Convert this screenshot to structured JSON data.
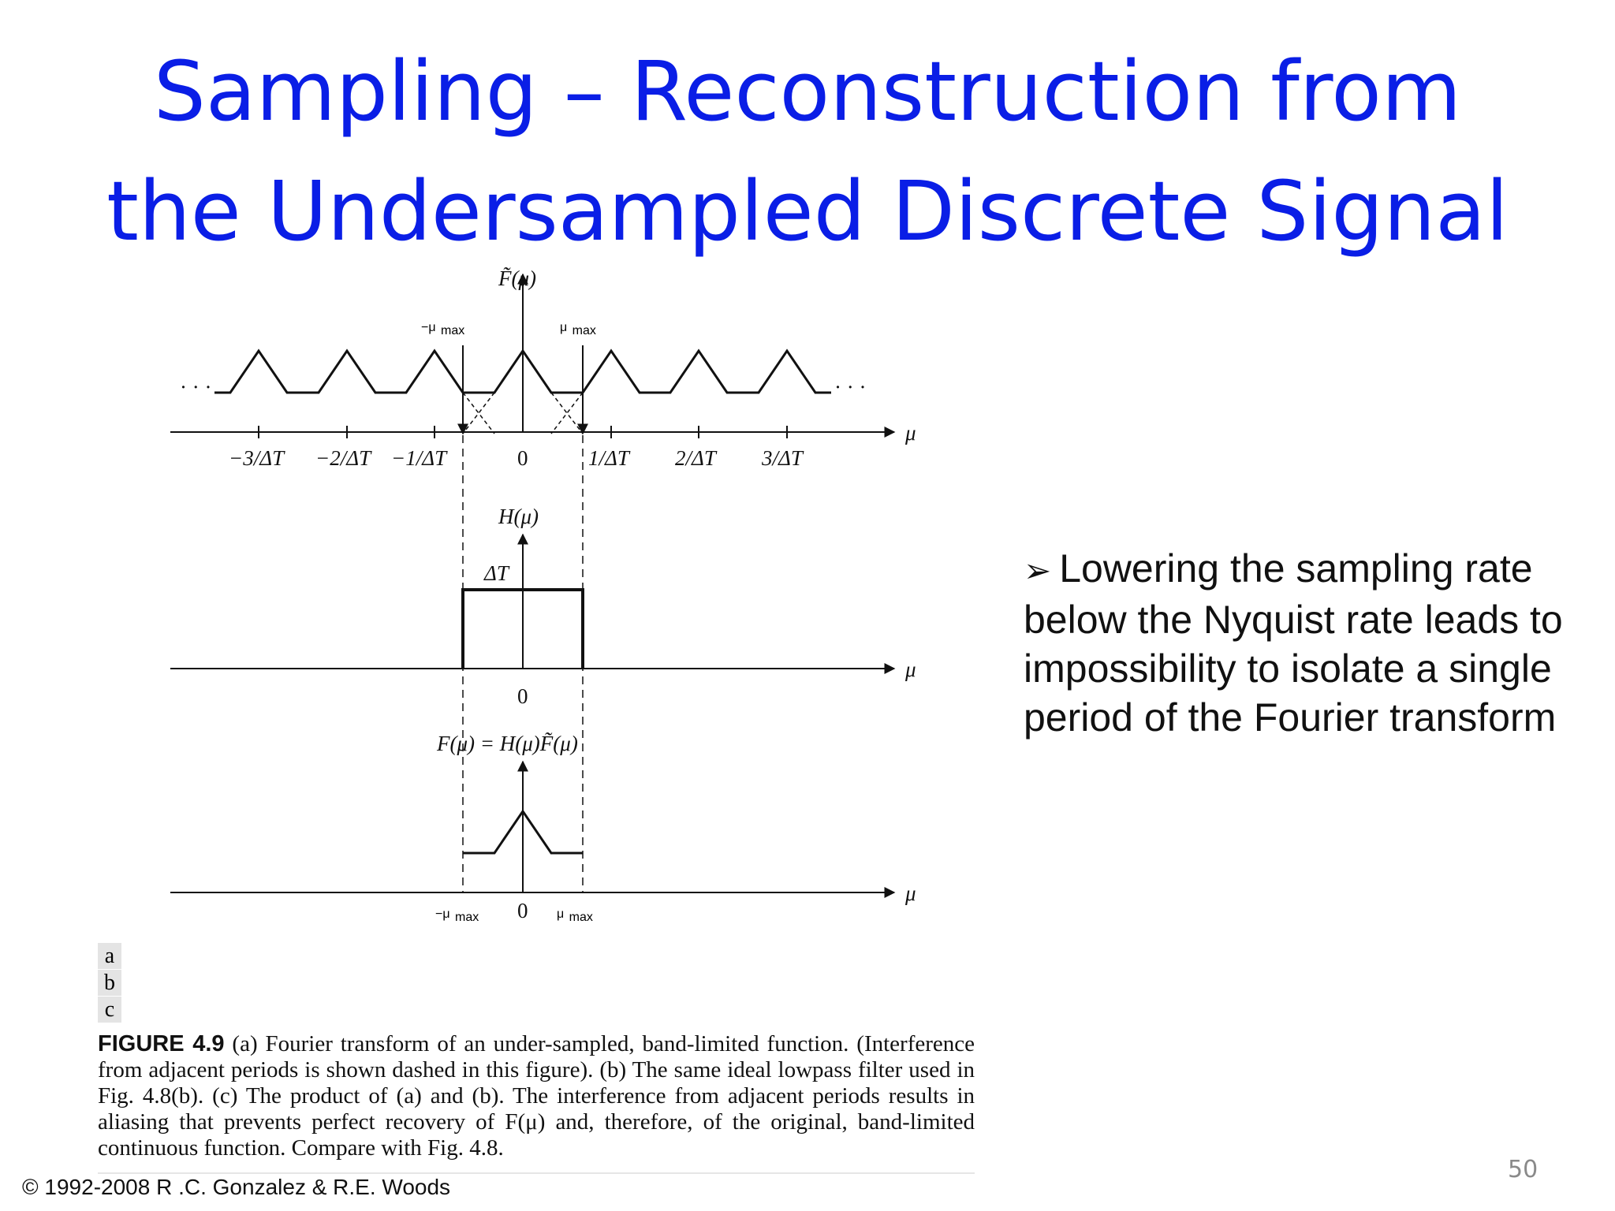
{
  "slide": {
    "title_line1": "Sampling – Reconstruction from",
    "title_line2": "the Undersampled Discrete Signal",
    "bullet": "Lowering the sampling rate below the Nyquist rate leads to impossibility to isolate a single period of the Fourier transform",
    "bullet_marker": "➢",
    "page_number": "50",
    "copyright": "© 1992-2008 R .C. Gonzalez & R.E. Woods"
  },
  "figure": {
    "panel_letters": [
      "a",
      "b",
      "c"
    ],
    "panel_a": {
      "func_label": "F̃(μ)",
      "neg_mu_max": "−μ",
      "mu_max": "μ",
      "sub_max": "max",
      "ellipsis_left": "· · ·",
      "ellipsis_right": "· · ·",
      "axis_label": "μ",
      "ticks": [
        "−3/ΔT",
        "−2/ΔT",
        "−1/ΔT",
        "0",
        "1/ΔT",
        "2/ΔT",
        "3/ΔT"
      ]
    },
    "panel_b": {
      "func_label": "H(μ)",
      "height_label": "ΔT",
      "zero": "0",
      "axis_label": "μ"
    },
    "panel_c": {
      "func_label": "F(μ) = H(μ)F̃(μ)",
      "neg_mu_max": "−μ",
      "zero": "0",
      "mu_max": "μ",
      "sub_max": "max",
      "axis_label": "μ"
    },
    "caption_head": "FIGURE 4.9",
    "caption_body": " (a) Fourier transform of an under-sampled, band-limited function. (Interference from adjacent periods is shown dashed in this figure). (b) The same ideal lowpass filter used in Fig. 4.8(b). (c) The product of (a) and (b). The interference from adjacent periods results in aliasing that prevents perfect recovery of F(μ) and, therefore, of the original, band-limited continuous function. Compare with Fig. 4.8."
  }
}
